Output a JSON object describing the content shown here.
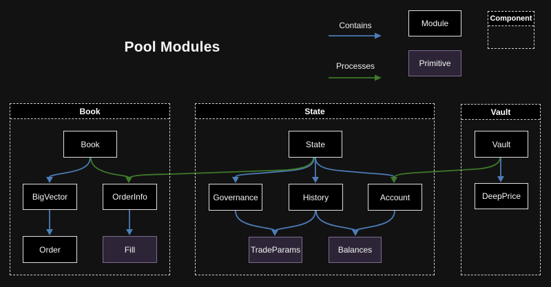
{
  "title": "Pool Modules",
  "legend": {
    "contains": "Contains",
    "processes": "Processes",
    "module": "Module",
    "primitive": "Primitive",
    "component": "Component"
  },
  "containers": {
    "book": {
      "label": "Book",
      "children": [
        "Book",
        "BigVector",
        "OrderInfo",
        "Order",
        "Fill"
      ]
    },
    "state": {
      "label": "State",
      "children": [
        "State",
        "Governance",
        "History",
        "Account",
        "TradeParams",
        "Balances"
      ]
    },
    "vault": {
      "label": "Vault",
      "children": [
        "Vault",
        "DeepPrice"
      ]
    }
  },
  "nodes": {
    "book": {
      "label": "Book",
      "kind": "module"
    },
    "state": {
      "label": "State",
      "kind": "module"
    },
    "vault": {
      "label": "Vault",
      "kind": "module"
    },
    "bigvector": {
      "label": "BigVector",
      "kind": "module"
    },
    "orderinfo": {
      "label": "OrderInfo",
      "kind": "module"
    },
    "governance": {
      "label": "Governance",
      "kind": "module"
    },
    "history": {
      "label": "History",
      "kind": "module"
    },
    "account": {
      "label": "Account",
      "kind": "module"
    },
    "deepprice": {
      "label": "DeepPrice",
      "kind": "module"
    },
    "order": {
      "label": "Order",
      "kind": "module"
    },
    "fill": {
      "label": "Fill",
      "kind": "primitive"
    },
    "tradeparams": {
      "label": "TradeParams",
      "kind": "primitive"
    },
    "balances": {
      "label": "Balances",
      "kind": "primitive"
    }
  },
  "edges": [
    {
      "from": "Book",
      "to": "BigVector",
      "type": "contains"
    },
    {
      "from": "BigVector",
      "to": "Order",
      "type": "contains"
    },
    {
      "from": "OrderInfo",
      "to": "Fill",
      "type": "contains"
    },
    {
      "from": "State",
      "to": "Governance",
      "type": "contains"
    },
    {
      "from": "State",
      "to": "History",
      "type": "contains"
    },
    {
      "from": "State",
      "to": "Account",
      "type": "contains"
    },
    {
      "from": "Governance",
      "to": "TradeParams",
      "type": "contains"
    },
    {
      "from": "History",
      "to": "TradeParams",
      "type": "contains"
    },
    {
      "from": "History",
      "to": "Balances",
      "type": "contains"
    },
    {
      "from": "Account",
      "to": "Balances",
      "type": "contains"
    },
    {
      "from": "Vault",
      "to": "DeepPrice",
      "type": "contains"
    },
    {
      "from": "Book",
      "to": "OrderInfo",
      "type": "processes"
    },
    {
      "from": "State",
      "to": "OrderInfo",
      "type": "processes"
    },
    {
      "from": "Vault",
      "to": "Account",
      "type": "processes"
    }
  ],
  "colors": {
    "contains_blue": "#4d7cb8",
    "processes_green": "#3e7a2a",
    "module_fill": "#000000",
    "module_border": "#e0e0e0",
    "primitive_fill": "#2d2537",
    "primitive_border": "#7e6b93",
    "container_border": "#cfcfcf",
    "background": "#121212"
  }
}
